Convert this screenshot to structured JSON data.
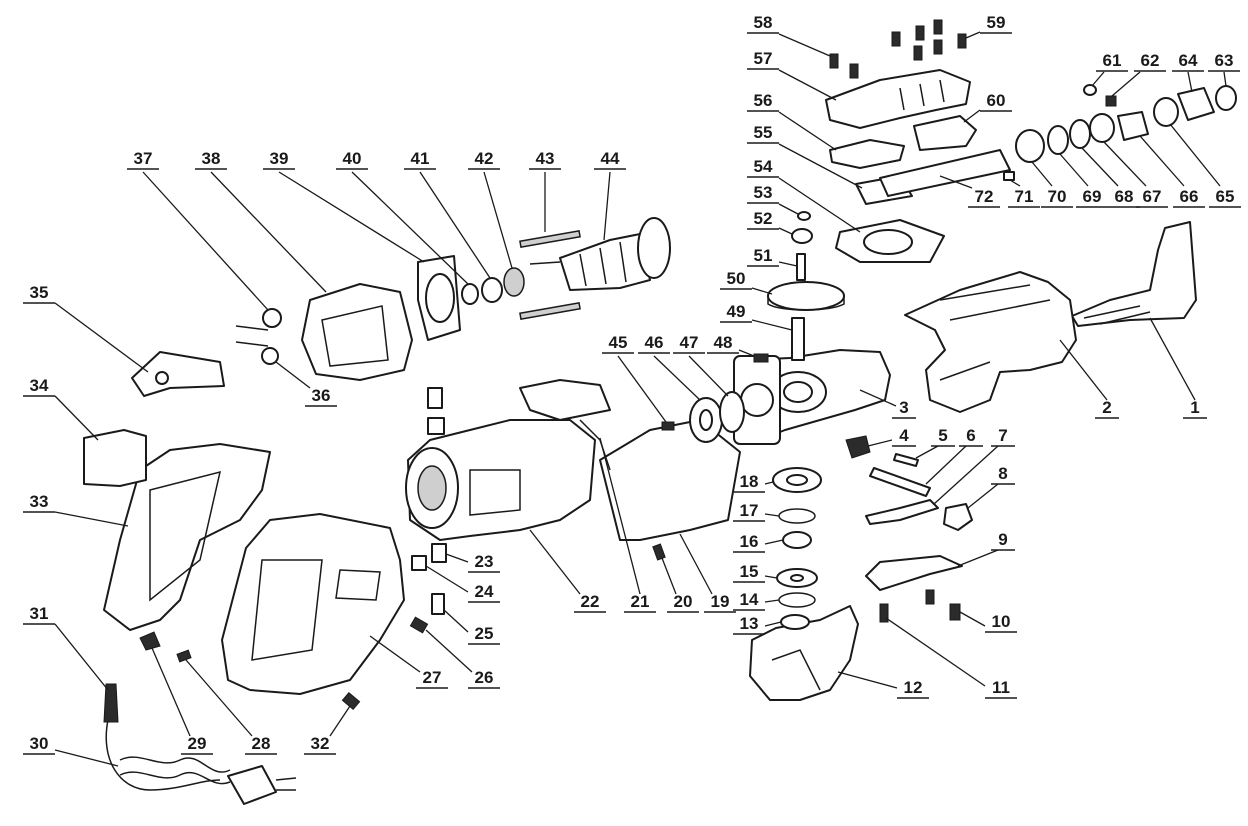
{
  "callouts": [
    {
      "id": "c1",
      "label": "1"
    },
    {
      "id": "c2",
      "label": "2"
    },
    {
      "id": "c3",
      "label": "3"
    },
    {
      "id": "c4",
      "label": "4"
    },
    {
      "id": "c5",
      "label": "5"
    },
    {
      "id": "c6",
      "label": "6"
    },
    {
      "id": "c7",
      "label": "7"
    },
    {
      "id": "c8",
      "label": "8"
    },
    {
      "id": "c9",
      "label": "9"
    },
    {
      "id": "c10",
      "label": "10"
    },
    {
      "id": "c11",
      "label": "11"
    },
    {
      "id": "c12",
      "label": "12"
    },
    {
      "id": "c13",
      "label": "13"
    },
    {
      "id": "c14",
      "label": "14"
    },
    {
      "id": "c15",
      "label": "15"
    },
    {
      "id": "c16",
      "label": "16"
    },
    {
      "id": "c17",
      "label": "17"
    },
    {
      "id": "c18",
      "label": "18"
    },
    {
      "id": "c19",
      "label": "19"
    },
    {
      "id": "c20",
      "label": "20"
    },
    {
      "id": "c21",
      "label": "21"
    },
    {
      "id": "c22",
      "label": "22"
    },
    {
      "id": "c23",
      "label": "23"
    },
    {
      "id": "c24",
      "label": "24"
    },
    {
      "id": "c25",
      "label": "25"
    },
    {
      "id": "c26",
      "label": "26"
    },
    {
      "id": "c27",
      "label": "27"
    },
    {
      "id": "c28",
      "label": "28"
    },
    {
      "id": "c29",
      "label": "29"
    },
    {
      "id": "c30",
      "label": "30"
    },
    {
      "id": "c31",
      "label": "31"
    },
    {
      "id": "c32",
      "label": "32"
    },
    {
      "id": "c33",
      "label": "33"
    },
    {
      "id": "c34",
      "label": "34"
    },
    {
      "id": "c35",
      "label": "35"
    },
    {
      "id": "c36",
      "label": "36"
    },
    {
      "id": "c37",
      "label": "37"
    },
    {
      "id": "c38",
      "label": "38"
    },
    {
      "id": "c39",
      "label": "39"
    },
    {
      "id": "c40",
      "label": "40"
    },
    {
      "id": "c41",
      "label": "41"
    },
    {
      "id": "c42",
      "label": "42"
    },
    {
      "id": "c43",
      "label": "43"
    },
    {
      "id": "c44",
      "label": "44"
    },
    {
      "id": "c45",
      "label": "45"
    },
    {
      "id": "c46",
      "label": "46"
    },
    {
      "id": "c47",
      "label": "47"
    },
    {
      "id": "c48",
      "label": "48"
    },
    {
      "id": "c49",
      "label": "49"
    },
    {
      "id": "c50",
      "label": "50"
    },
    {
      "id": "c51",
      "label": "51"
    },
    {
      "id": "c52",
      "label": "52"
    },
    {
      "id": "c53",
      "label": "53"
    },
    {
      "id": "c54",
      "label": "54"
    },
    {
      "id": "c55",
      "label": "55"
    },
    {
      "id": "c56",
      "label": "56"
    },
    {
      "id": "c57",
      "label": "57"
    },
    {
      "id": "c58",
      "label": "58"
    },
    {
      "id": "c59",
      "label": "59"
    },
    {
      "id": "c60",
      "label": "60"
    },
    {
      "id": "c61",
      "label": "61"
    },
    {
      "id": "c62",
      "label": "62"
    },
    {
      "id": "c63",
      "label": "63"
    },
    {
      "id": "c64",
      "label": "64"
    },
    {
      "id": "c65",
      "label": "65"
    },
    {
      "id": "c66",
      "label": "66"
    },
    {
      "id": "c67",
      "label": "67"
    },
    {
      "id": "c68",
      "label": "68"
    },
    {
      "id": "c69",
      "label": "69"
    },
    {
      "id": "c70",
      "label": "70"
    },
    {
      "id": "c71",
      "label": "71"
    },
    {
      "id": "c72",
      "label": "72"
    }
  ]
}
